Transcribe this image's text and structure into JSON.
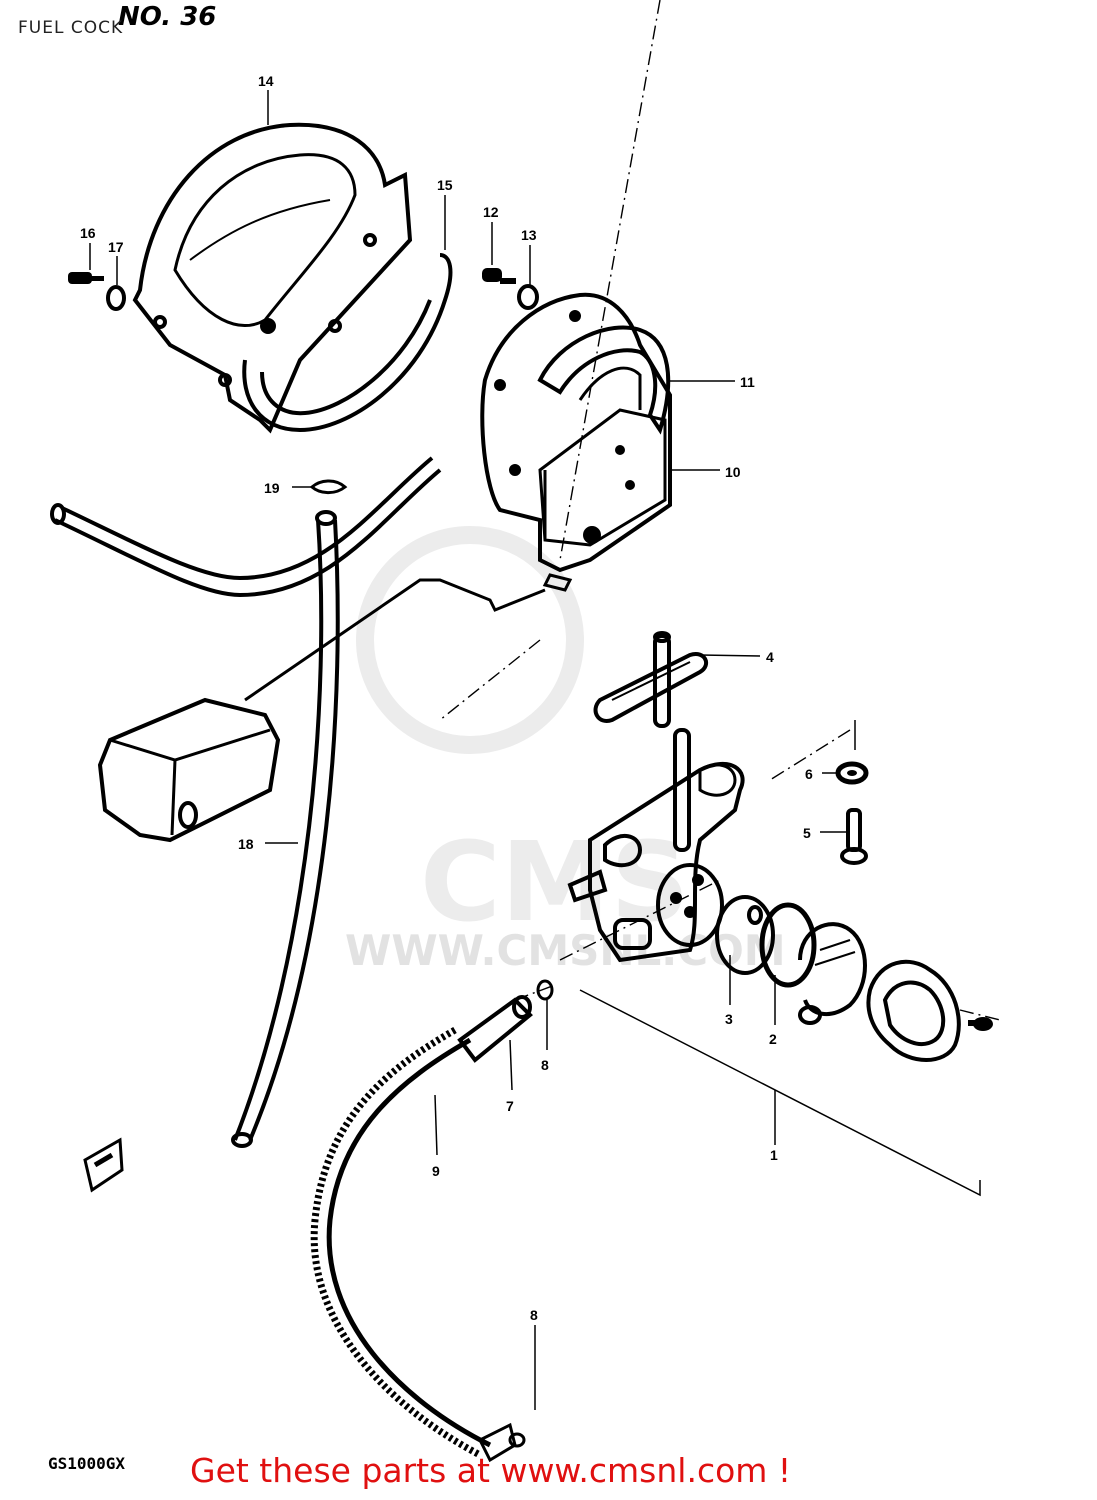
{
  "header": {
    "caption": "FUEL COCK",
    "figure_number": "NO. 36"
  },
  "footer": {
    "model_code": "GS1000GX",
    "promo_text": "Get these parts at www.cmsnl.com !"
  },
  "watermark": {
    "logo_text": "CMS",
    "url_text": "WWW.CMSNL.COM"
  },
  "callouts": {
    "c1": "1",
    "c2": "2",
    "c3": "3",
    "c4": "4",
    "c5": "5",
    "c6": "6",
    "c7": "7",
    "c8a": "8",
    "c8b": "8",
    "c9": "9",
    "c10": "10",
    "c11": "11",
    "c12": "12",
    "c13": "13",
    "c14": "14",
    "c15": "15",
    "c16": "16",
    "c17": "17",
    "c18": "18",
    "c19": "19"
  },
  "colors": {
    "promo": "#e01010",
    "line": "#000000",
    "watermark": "#e2e2e2"
  }
}
